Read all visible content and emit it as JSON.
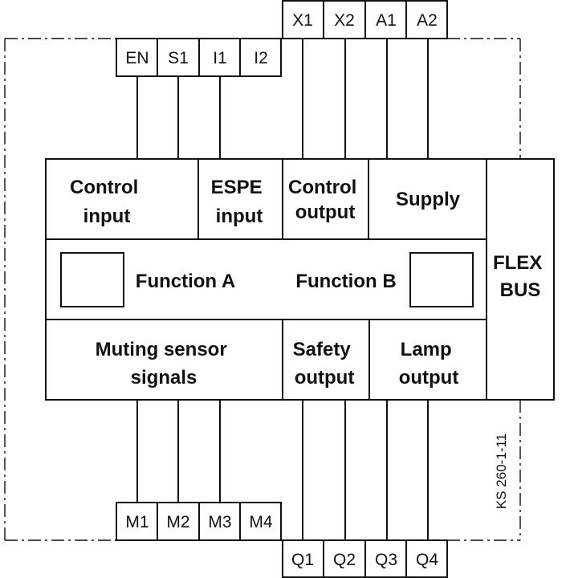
{
  "terminals": {
    "top_left": [
      "EN",
      "S1",
      "I1",
      "I2"
    ],
    "top_right": [
      "X1",
      "X2",
      "A1",
      "A2"
    ],
    "bottom_left": [
      "M1",
      "M2",
      "M3",
      "M4"
    ],
    "bottom_right": [
      "Q1",
      "Q2",
      "Q3",
      "Q4"
    ]
  },
  "blocks": {
    "control_input": [
      "Control",
      "input"
    ],
    "espe_input": [
      "ESPE",
      "input"
    ],
    "control_output": [
      "Control",
      "output"
    ],
    "supply": "Supply",
    "function_a": "Function A",
    "function_b": "Function B",
    "muting_sensor_signals": [
      "Muting sensor",
      "signals"
    ],
    "safety_output": [
      "Safety",
      "output"
    ],
    "lamp_output": [
      "Lamp",
      "output"
    ],
    "flex_bus": [
      "FLEX",
      "BUS"
    ]
  },
  "drawing_code": "KS 260-1-11",
  "colors": {
    "line": "#111111",
    "background": "#ffffff"
  }
}
